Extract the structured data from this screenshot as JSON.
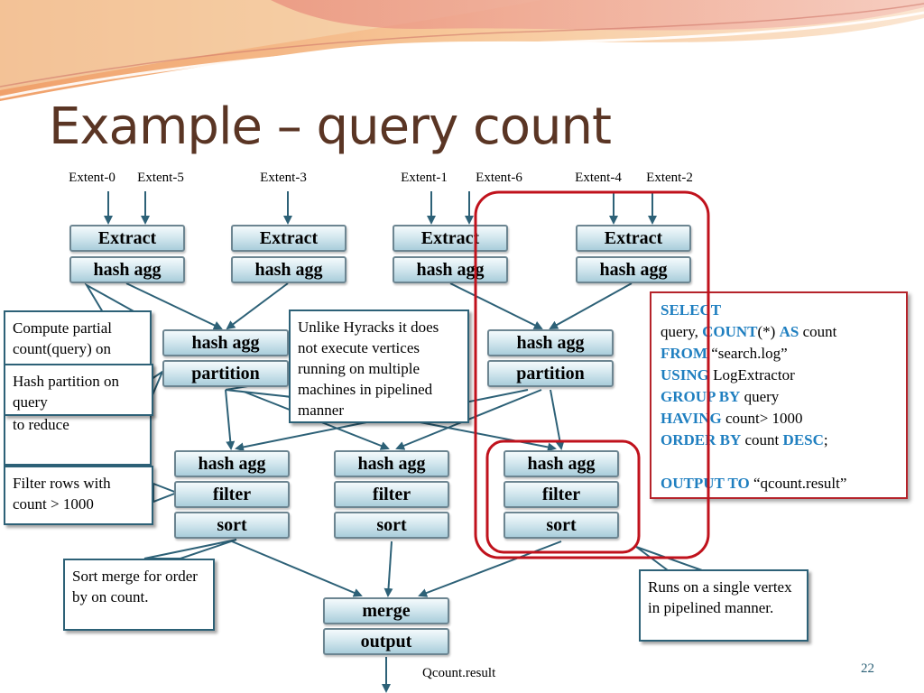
{
  "title": "Example – query count",
  "extents": [
    "Extent-0",
    "Extent-5",
    "Extent-3",
    "Extent-1",
    "Extent-6",
    "Extent-4",
    "Extent-2"
  ],
  "nodes": {
    "extract": "Extract",
    "hash_agg": "hash agg",
    "partition": "partition",
    "filter": "filter",
    "sort": "sort",
    "merge": "merge",
    "output": "output"
  },
  "callouts": {
    "compute_partial": "Compute partial count(query) on",
    "hash_partition": "Hash partition on query",
    "machine_rack": "a machine on a rack to reduce",
    "filter_rows": "Filter rows with count > 1000",
    "sort_merge": "Sort merge for order by on count.",
    "unlike_hyracks": "Unlike Hyracks it does not execute vertices running on multiple machines in pipelined manner",
    "single_vertex": "Runs on a single vertex in pipelined manner."
  },
  "sql": {
    "l1_kw": "SELECT",
    "l2_a": "query, ",
    "l2_kw1": "COUNT",
    "l2_b": "(*) ",
    "l2_kw2": "AS",
    "l2_c": " count",
    "l3_kw": "FROM",
    "l3_a": " “search.log”",
    "l4_kw": "USING",
    "l4_a": " LogExtractor",
    "l5_kw": "GROUP BY",
    "l5_a": " query",
    "l6_kw": "HAVING",
    "l6_a": " count> 1000",
    "l7_kw": "ORDER BY",
    "l7_a": " count ",
    "l7_kw2": "DESC",
    "l7_b": ";",
    "l8_kw": "OUTPUT TO",
    "l8_a": " “qcount.result”"
  },
  "output_label": "Qcount.result",
  "page_number": "22",
  "colors": {
    "title": "#5a3524",
    "keyword": "#1f7fc0",
    "highlight": "#c0121c",
    "arrow": "#2d6177"
  }
}
